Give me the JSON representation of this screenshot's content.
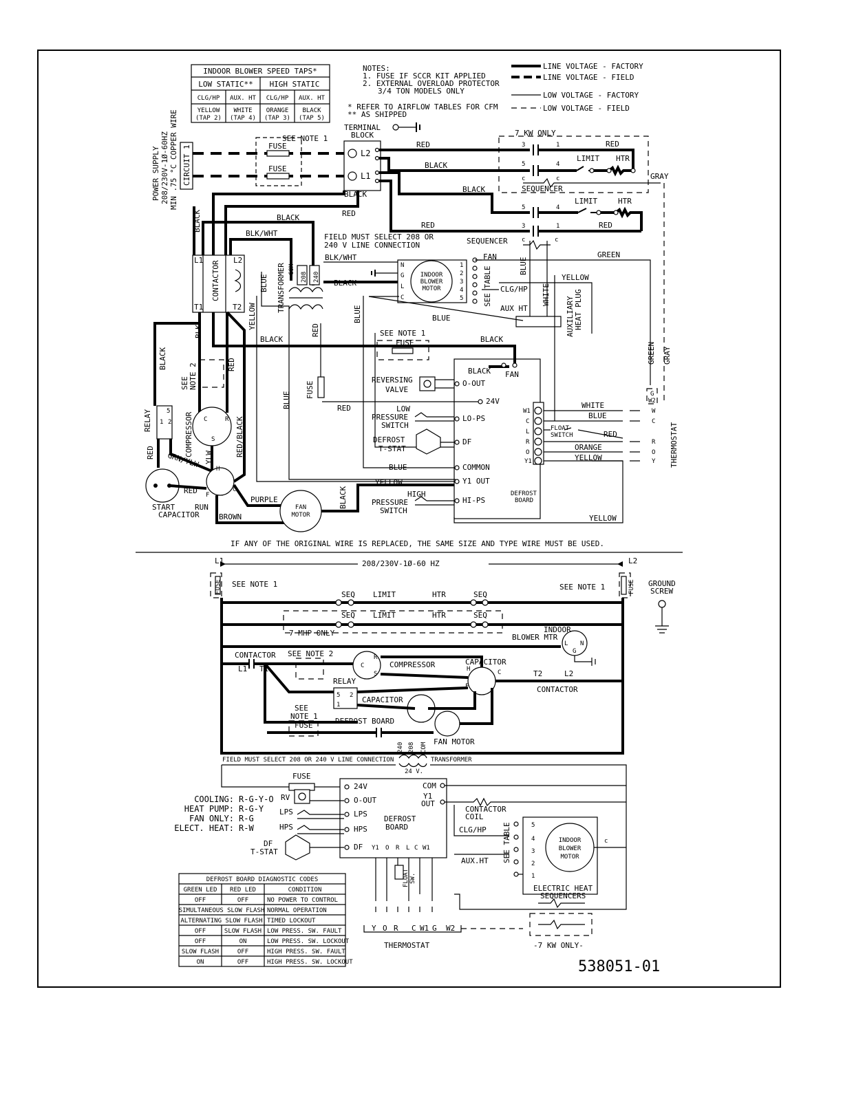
{
  "speed_taps": {
    "title": "INDOOR BLOWER SPEED TAPS*",
    "low_static": "LOW STATIC**",
    "high_static": "HIGH STATIC",
    "cols": [
      "CLG/HP",
      "AUX. HT",
      "CLG/HP",
      "AUX. HT"
    ],
    "row1": [
      "YELLOW",
      "WHITE",
      "ORANGE",
      "BLACK"
    ],
    "row2": [
      "(TAP 2)",
      "(TAP 4)",
      "(TAP 3)",
      "(TAP 5)"
    ]
  },
  "notes": {
    "title": "NOTES:",
    "n1": "1. FUSE IF SCCR KIT APPLIED",
    "n2": "2. EXTERNAL OVERLOAD PROTECTOR",
    "n2b": "3/4 TON MODELS ONLY",
    "f1": "* REFER TO AIRFLOW TABLES FOR CFM",
    "f2": "** AS SHIPPED"
  },
  "legend": {
    "lvf": "LINE VOLTAGE - FACTORY",
    "lvfield": "LINE VOLTAGE - FIELD",
    "lowf": "LOW VOLTAGE - FACTORY",
    "lowfield": "LOW VOLTAGE - FIELD"
  },
  "power": {
    "l1": "POWER SUPPLY",
    "l2": "208/230V-1Ø-60HZ",
    "l3": "MIN .75 °C COPPER WIRE",
    "circuit": "CIRCUIT 1"
  },
  "top": {
    "see_note1": "SEE NOTE 1",
    "fuse": "FUSE",
    "terminal_block": "TERMINAL",
    "terminal_block2": "BLOCK",
    "l1": "L1",
    "l2": "L2",
    "red": "RED",
    "black": "BLACK",
    "blkwht": "BLK/WHT",
    "blue": "BLUE",
    "yellow": "YELLOW",
    "white": "WHITE",
    "green": "GREEN",
    "gray": "GRAY",
    "orange": "ORANGE",
    "purple": "PURPLE",
    "brown": "BROWN",
    "grnylw": "GRN/YLW",
    "redblack": "RED/BLACK",
    "blk": "BLK",
    "ylw": "YLW",
    "kw7": "7 KW ONLY",
    "limit": "LIMIT",
    "htr": "HTR",
    "sequencer": "SEQUENCER",
    "field_select1": "FIELD MUST SELECT 208 OR",
    "field_select2": "240 V LINE CONNECTION",
    "fan": "FAN",
    "indoor_blower_motor": [
      "INDOOR",
      "BLOWER",
      "MOTOR"
    ],
    "see_table": "SEE TABLE",
    "clghp": "CLG/HP",
    "auxht": "AUX HT",
    "aux_plug": [
      "AUXILIARY",
      "HEAT PLUG"
    ],
    "contactor": "CONTACTOR",
    "transformer": "TRANSFORMER",
    "com": "COM",
    "v208": "208",
    "v240": "240",
    "t1": "T1",
    "t2": "T2",
    "see_note2": [
      "SEE",
      "NOTE 2"
    ],
    "compressor": "COMPRESSOR",
    "relay": "RELAY",
    "start_cap": [
      "START",
      "CAPACITOR"
    ],
    "run": "RUN",
    "fan_motor": [
      "FAN",
      "MOTOR"
    ],
    "reversing_valve": [
      "REVERSING",
      "VALVE"
    ],
    "low_pressure": [
      "LOW",
      "PRESSURE",
      "SWITCH"
    ],
    "defrost_tstat": [
      "DEFROST",
      "T-STAT"
    ],
    "high_pressure": [
      "HIGH",
      "PRESSURE",
      "SWITCH"
    ],
    "defrost_board": [
      "DEFROST",
      "BOARD"
    ],
    "board_terms": [
      "O-OUT",
      "24V",
      "LO-PS",
      "DF",
      "COMMON",
      "Y1 OUT",
      "HI-PS"
    ],
    "float_switch": [
      "FLOAT",
      "SWITCH"
    ],
    "thermostat": "THERMOSTAT",
    "tstat_terms": [
      "W1",
      "C",
      "L",
      "R",
      "O",
      "Y1"
    ],
    "tstat_letters": [
      "G",
      "W2",
      "W",
      "C",
      "R",
      "O",
      "Y"
    ],
    "warning": "IF ANY OF THE ORIGINAL WIRE IS REPLACED, THE SAME SIZE AND TYPE WIRE MUST BE USED."
  },
  "ladder": {
    "l1": "L1",
    "l2": "L2",
    "hz": "208/230V-1Ø-60 HZ",
    "see_note1": "SEE NOTE 1",
    "fuse": "FUSE",
    "ground": [
      "GROUND",
      "SCREW"
    ],
    "seq": "SEQ",
    "limit": "LIMIT",
    "htr": "HTR",
    "mhp7": "7 MHP ONLY",
    "indoor_mtr": [
      "INDOOR",
      "BLOWER MTR"
    ],
    "contactor": "CONTACTOR",
    "see_note2": "SEE NOTE 2",
    "compressor": "COMPRESSOR",
    "capacitor": "CAPACITOR",
    "relay": "RELAY",
    "see_note1b": [
      "SEE",
      "NOTE 1"
    ],
    "defrost_board": "DEFROST BOARD",
    "fan_motor": "FAN MOTOR",
    "t1": "T1",
    "t2": "T2",
    "field_select": "FIELD MUST SELECT 208 OR 240 V LINE CONNECTION",
    "transformer": "TRANSFORMER",
    "v24": "24 V.",
    "taps": [
      "240",
      "208",
      "COM"
    ]
  },
  "low": {
    "fuse": "FUSE",
    "board_left": [
      "24V",
      "O-OUT",
      "LPS",
      "HPS",
      "DF"
    ],
    "board_title": [
      "DEFROST",
      "BOARD"
    ],
    "board_bottom": [
      "Y1",
      "O",
      "R",
      "L",
      "C",
      "W1"
    ],
    "com": "COM",
    "y1out": [
      "Y1",
      "OUT"
    ],
    "contactor_coil": [
      "CONTACTOR",
      "COIL"
    ],
    "clghp": "CLG/HP",
    "auxht": "AUX.HT",
    "see_table": "SEE TABLE",
    "indoor": [
      "INDOOR",
      "BLOWER",
      "MOTOR"
    ],
    "elec_heat": [
      "ELECTRIC HEAT",
      "SEQUENCERS"
    ],
    "kw7": "-7 KW ONLY-",
    "thermostat": "THERMOSTAT",
    "tstat_terms": [
      "Y",
      "O",
      "R",
      "C",
      "W1",
      "G",
      "W2"
    ],
    "float_sw": [
      "FLOAT",
      "SW."
    ],
    "rv": "RV",
    "lps": "LPS",
    "hps": "HPS",
    "df_tstat": [
      "DF",
      "T-STAT"
    ],
    "modes": [
      {
        "name": "COOLING:",
        "value": "R-G-Y-O"
      },
      {
        "name": "HEAT PUMP:",
        "value": "R-G-Y"
      },
      {
        "name": "FAN ONLY:",
        "value": "R-G"
      },
      {
        "name": "ELECT. HEAT:",
        "value": "R-W"
      }
    ]
  },
  "diag": {
    "title": "DEFROST BOARD DIAGNOSTIC CODES",
    "headers": [
      "GREEN LED",
      "RED LED",
      "CONDITION"
    ],
    "rows": [
      [
        "OFF",
        "OFF",
        "NO POWER TO CONTROL"
      ],
      [
        "SIMULTANEOUS SLOW FLASH",
        "",
        "NORMAL OPERATION"
      ],
      [
        "ALTERNATING SLOW FLASH",
        "",
        "TIMED LOCKOUT"
      ],
      [
        "OFF",
        "SLOW FLASH",
        "LOW PRESS. SW. FAULT"
      ],
      [
        "OFF",
        "ON",
        "LOW PRESS. SW. LOCKOUT"
      ],
      [
        "SLOW FLASH",
        "OFF",
        "HIGH PRESS. SW. FAULT"
      ],
      [
        "ON",
        "OFF",
        "HIGH PRESS. SW. LOCKOUT"
      ]
    ]
  },
  "part_number": "538051-01"
}
